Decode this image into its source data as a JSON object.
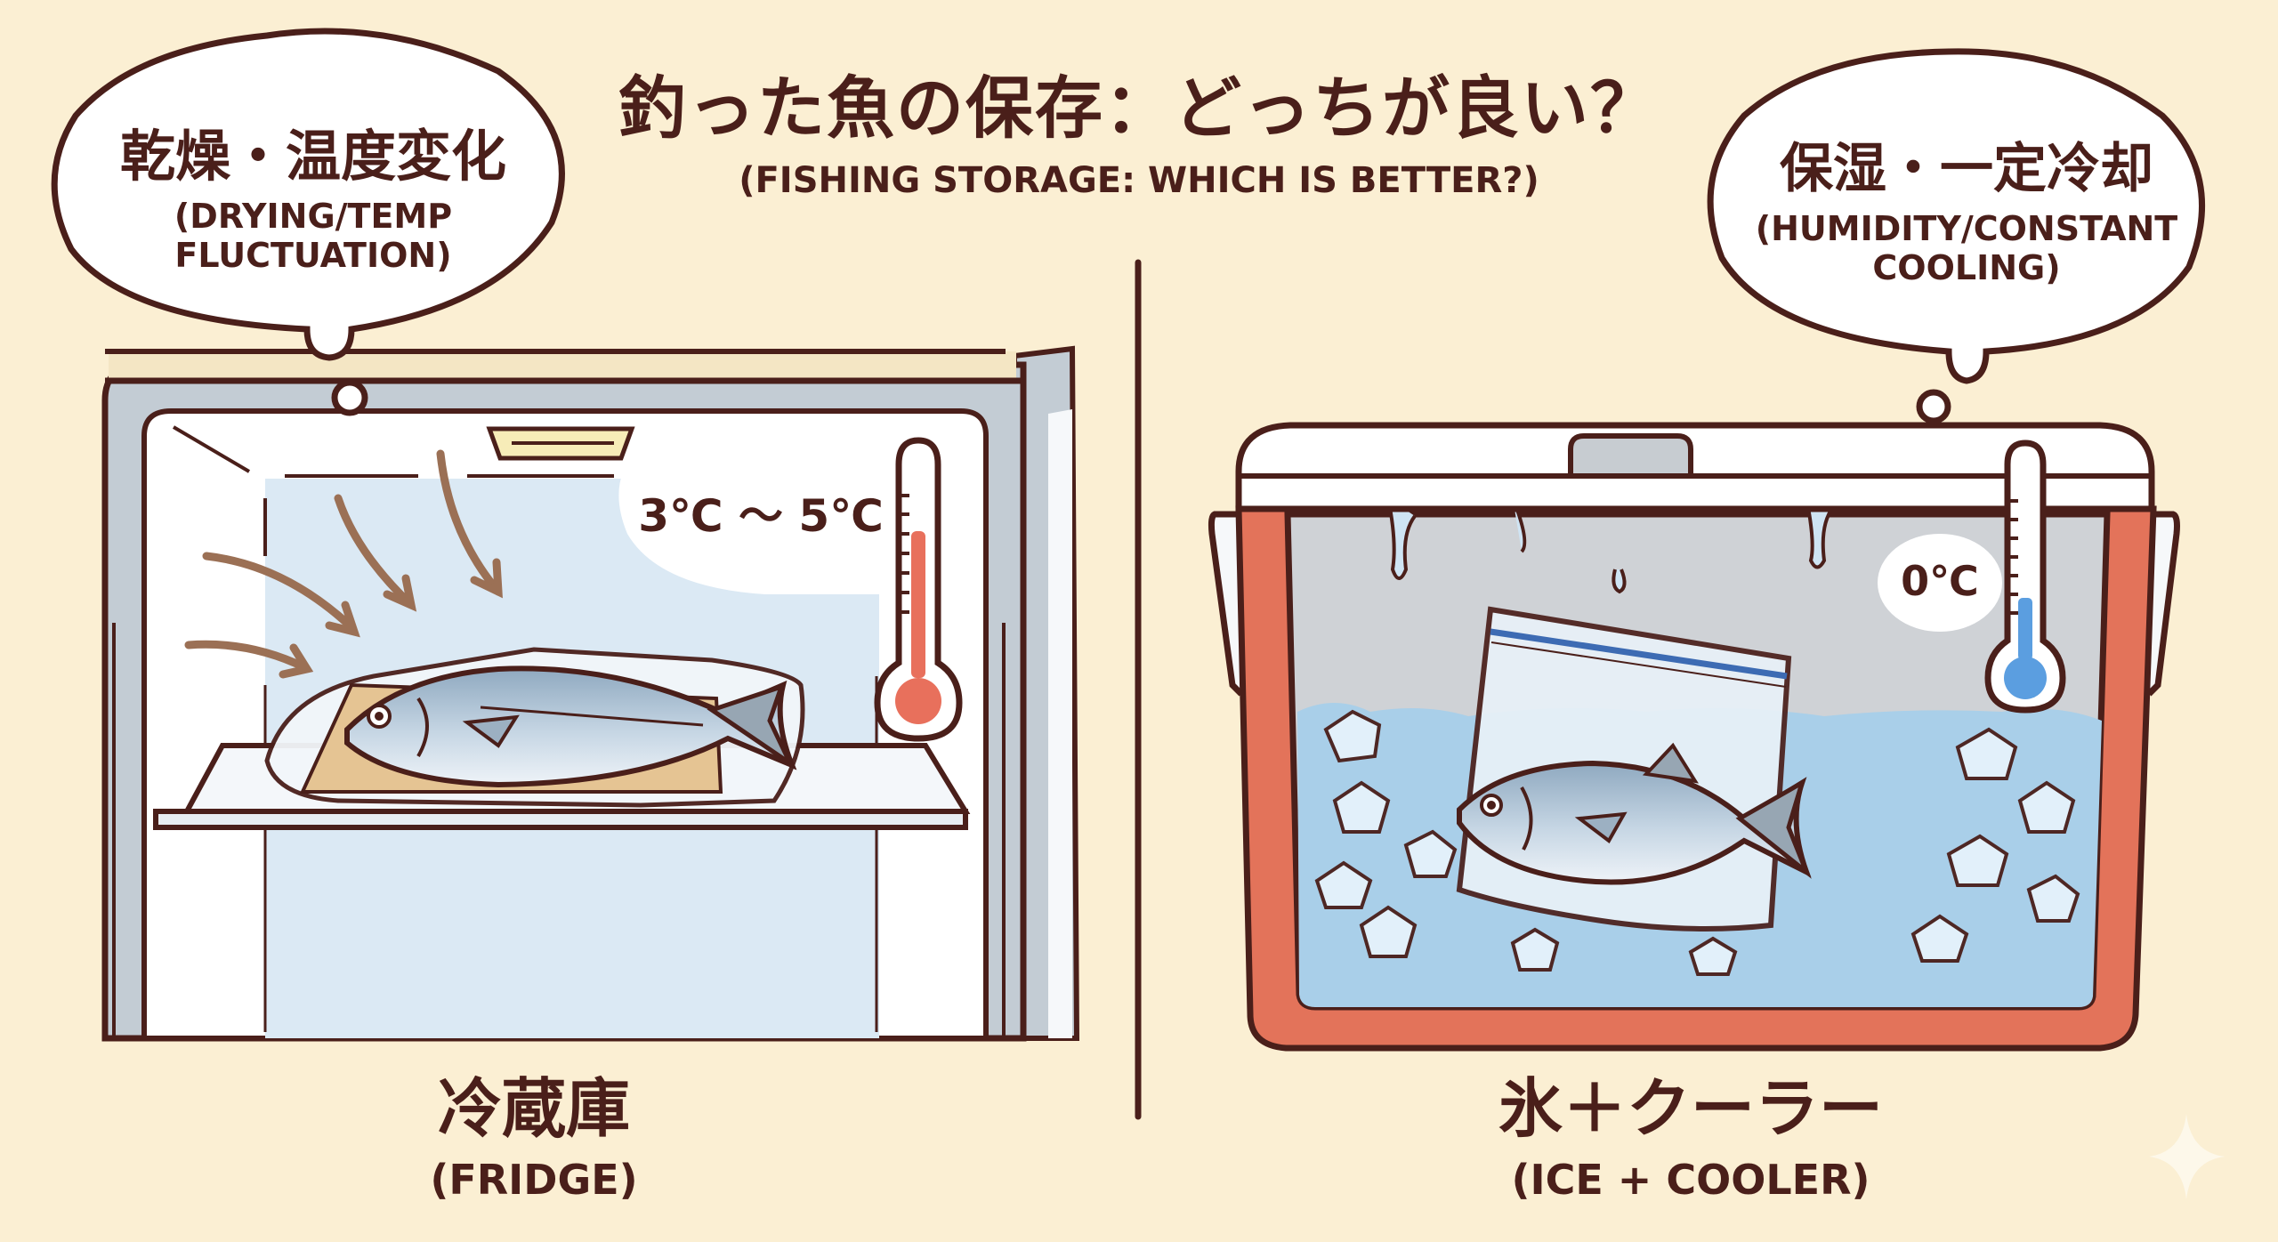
{
  "title": {
    "japanese": "釣った魚の保存：どっちが良い？",
    "english": "(FISHING STORAGE: WHICH IS BETTER?)"
  },
  "left_panel": {
    "bubble": {
      "japanese": "乾燥・温度変化",
      "english": "(DRYING/TEMP FLUCTUATION)"
    },
    "temperature": "3℃ ～ 5℃",
    "thermometer_color": "#e8705c",
    "label": {
      "japanese": "冷蔵庫",
      "english": "(FRIDGE)"
    }
  },
  "right_panel": {
    "bubble": {
      "japanese": "保湿・一定冷却",
      "english": "(HUMIDITY/CONSTANT COOLING)"
    },
    "temperature": "0℃",
    "thermometer_color": "#5b9ee0",
    "label": {
      "japanese": "氷＋クーラー",
      "english": "(ICE + COOLER)"
    }
  },
  "colors": {
    "background": "#fbefd3",
    "outline": "#4a1f1a",
    "cooler_body": "#e3735a",
    "fridge_frame": "#c3ccd4",
    "fridge_interior": "#dbe9f4",
    "water": "#a9cfe9"
  },
  "icons": {
    "sparkle": "sparkle-icon"
  }
}
